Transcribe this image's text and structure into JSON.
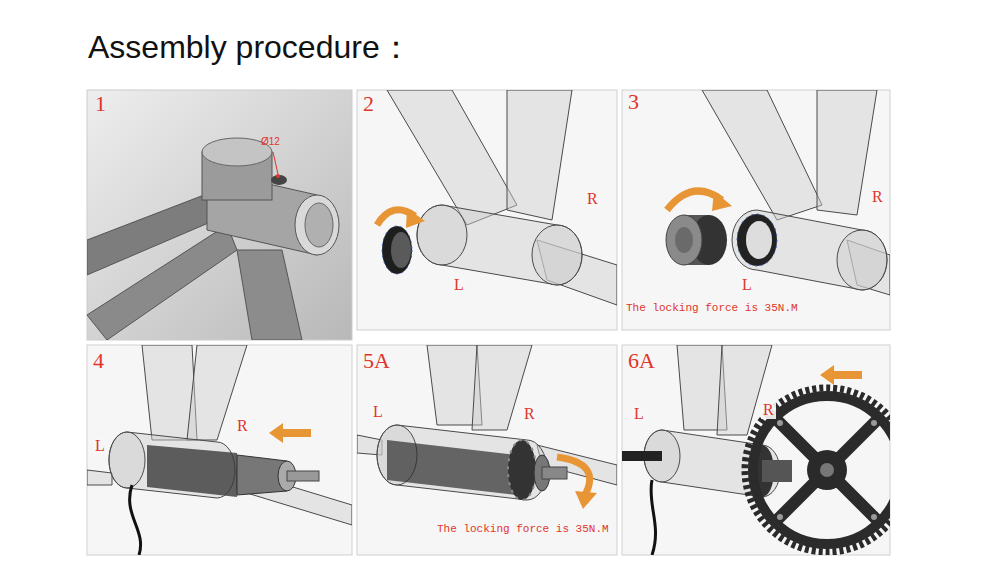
{
  "diagram": {
    "title": "Assembly procedure：",
    "nodes": [
      {
        "text": [
          "1",
          "Ø12"
        ]
      },
      {
        "text": [
          "2",
          "R",
          "L"
        ]
      },
      {
        "text": [
          "3",
          "R",
          "L",
          "The locking force is 35N.M"
        ]
      },
      {
        "text": [
          "4",
          "L",
          "R"
        ]
      },
      {
        "text": [
          "5A",
          "L",
          "R",
          "The locking force is 35N.M"
        ]
      },
      {
        "text": [
          "6A",
          "L",
          "R"
        ]
      }
    ]
  }
}
